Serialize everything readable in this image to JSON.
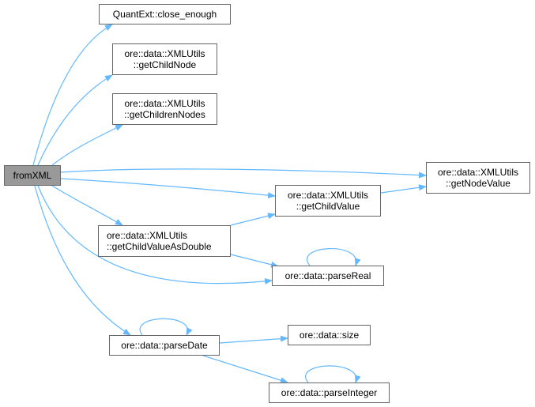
{
  "colors": {
    "edge": "#63b8ff",
    "root_fill": "#999999",
    "node_border": "#666666"
  },
  "nodes": {
    "fromXML": {
      "lines": [
        "fromXML"
      ]
    },
    "close_enough": {
      "lines": [
        "QuantExt::close_enough"
      ]
    },
    "getChildNode": {
      "lines": [
        "ore::data::XMLUtils",
        "::getChildNode"
      ]
    },
    "getChildrenNodes": {
      "lines": [
        "ore::data::XMLUtils",
        "::getChildrenNodes"
      ]
    },
    "getNodeValue": {
      "lines": [
        "ore::data::XMLUtils",
        "::getNodeValue"
      ]
    },
    "getChildValue": {
      "lines": [
        "ore::data::XMLUtils",
        "::getChildValue"
      ]
    },
    "getChildValueAsDouble": {
      "lines": [
        "ore::data::XMLUtils",
        "::getChildValueAsDouble"
      ]
    },
    "parseReal": {
      "lines": [
        "ore::data::parseReal"
      ]
    },
    "parseDate": {
      "lines": [
        "ore::data::parseDate"
      ]
    },
    "size": {
      "lines": [
        "ore::data::size"
      ]
    },
    "parseInteger": {
      "lines": [
        "ore::data::parseInteger"
      ]
    }
  }
}
